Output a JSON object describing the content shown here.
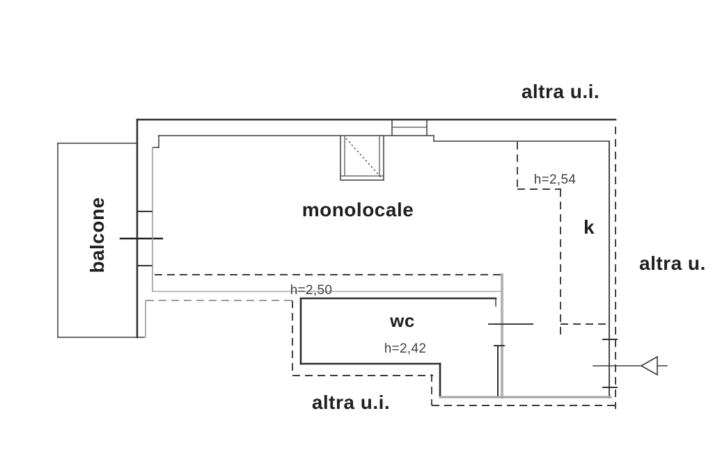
{
  "plan": {
    "background": "#ffffff",
    "colors": {
      "wall": "#2e2e2e",
      "thin_line": "#3a3a3a",
      "grey_line": "#9b9b9b",
      "light_grey_wall": "#b3b3b3",
      "text": "#1f1f1f",
      "height_text": "#3f3f3f"
    },
    "rooms": {
      "main": {
        "label": "monolocale",
        "height": "h=2,50"
      },
      "balcony": {
        "label": "balcone"
      },
      "wc": {
        "label": "wc",
        "height": "h=2,42"
      },
      "kitchen": {
        "label": "k",
        "height": "h=2,54"
      }
    },
    "adjacent_units": {
      "top": "altra u.i.",
      "right": "altra u.",
      "bottom": "altra u.i."
    }
  }
}
